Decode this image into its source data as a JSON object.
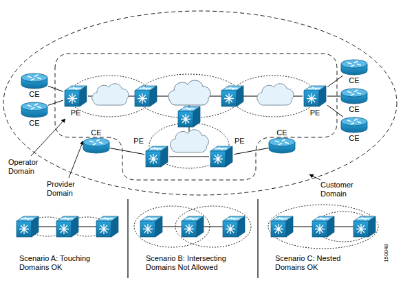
{
  "diagram": {
    "nodes": [
      {
        "text": [
          "CE"
        ]
      },
      {
        "text": [
          "CE"
        ]
      },
      {
        "text": [
          "PE"
        ]
      },
      {
        "text": [
          "CE"
        ]
      },
      {
        "text": [
          "CE"
        ]
      },
      {
        "text": [
          "CE"
        ]
      },
      {
        "text": [
          "PE"
        ]
      },
      {
        "text": [
          "CE"
        ]
      },
      {
        "text": [
          "PE"
        ]
      },
      {
        "text": [
          "PE"
        ]
      },
      {
        "text": [
          "CE"
        ]
      }
    ],
    "edges": [
      {
        "from": 0,
        "to": 2,
        "arrow": "none"
      },
      {
        "from": 1,
        "to": 2,
        "arrow": "none"
      },
      {
        "from": 6,
        "to": 3,
        "arrow": "none"
      },
      {
        "from": 6,
        "to": 4,
        "arrow": "none"
      },
      {
        "from": 6,
        "to": 5,
        "arrow": "none"
      },
      {
        "from": 7,
        "to": 8,
        "arrow": "none"
      },
      {
        "from": 9,
        "to": 10,
        "arrow": "none"
      }
    ],
    "labels": [
      "Operator Domain",
      "Provider Domain",
      "Customer Domain",
      "Scenario A: Touching Domains OK",
      "Scenario B: Intersecting Domains Not Allowed",
      "Scenario C: Nested Domains OK",
      "150048"
    ]
  }
}
